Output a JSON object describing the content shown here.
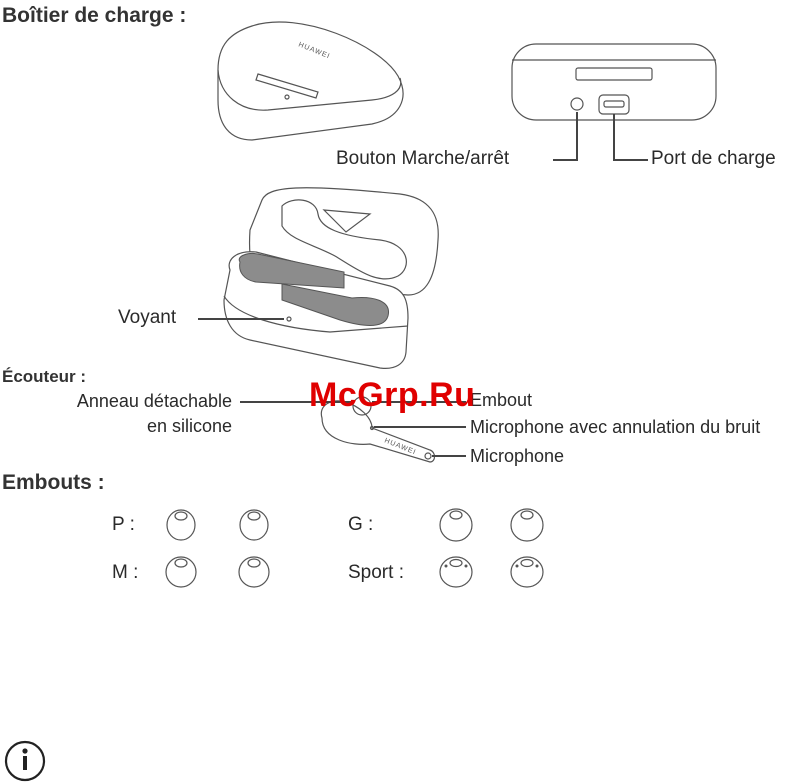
{
  "sections": {
    "case_heading": "Boîtier de charge :",
    "earbud_heading": "Écouteur :",
    "tips_heading": "Embouts :"
  },
  "case_labels": {
    "power_button": "Bouton Marche/arrêt",
    "charging_port": "Port de charge",
    "indicator": "Voyant"
  },
  "brand": "HUAWEI",
  "earbud_labels": {
    "ring_line1": "Anneau détachable",
    "ring_line2": "en silicone",
    "tip": "Embout",
    "noise_mic": "Microphone avec annulation du bruit",
    "mic": "Microphone"
  },
  "tip_sizes": {
    "small": "P :",
    "large": "G :",
    "medium": "M :",
    "sport": "Sport :"
  },
  "watermark": "McGrp.Ru",
  "icons": {
    "info": "info-icon"
  }
}
